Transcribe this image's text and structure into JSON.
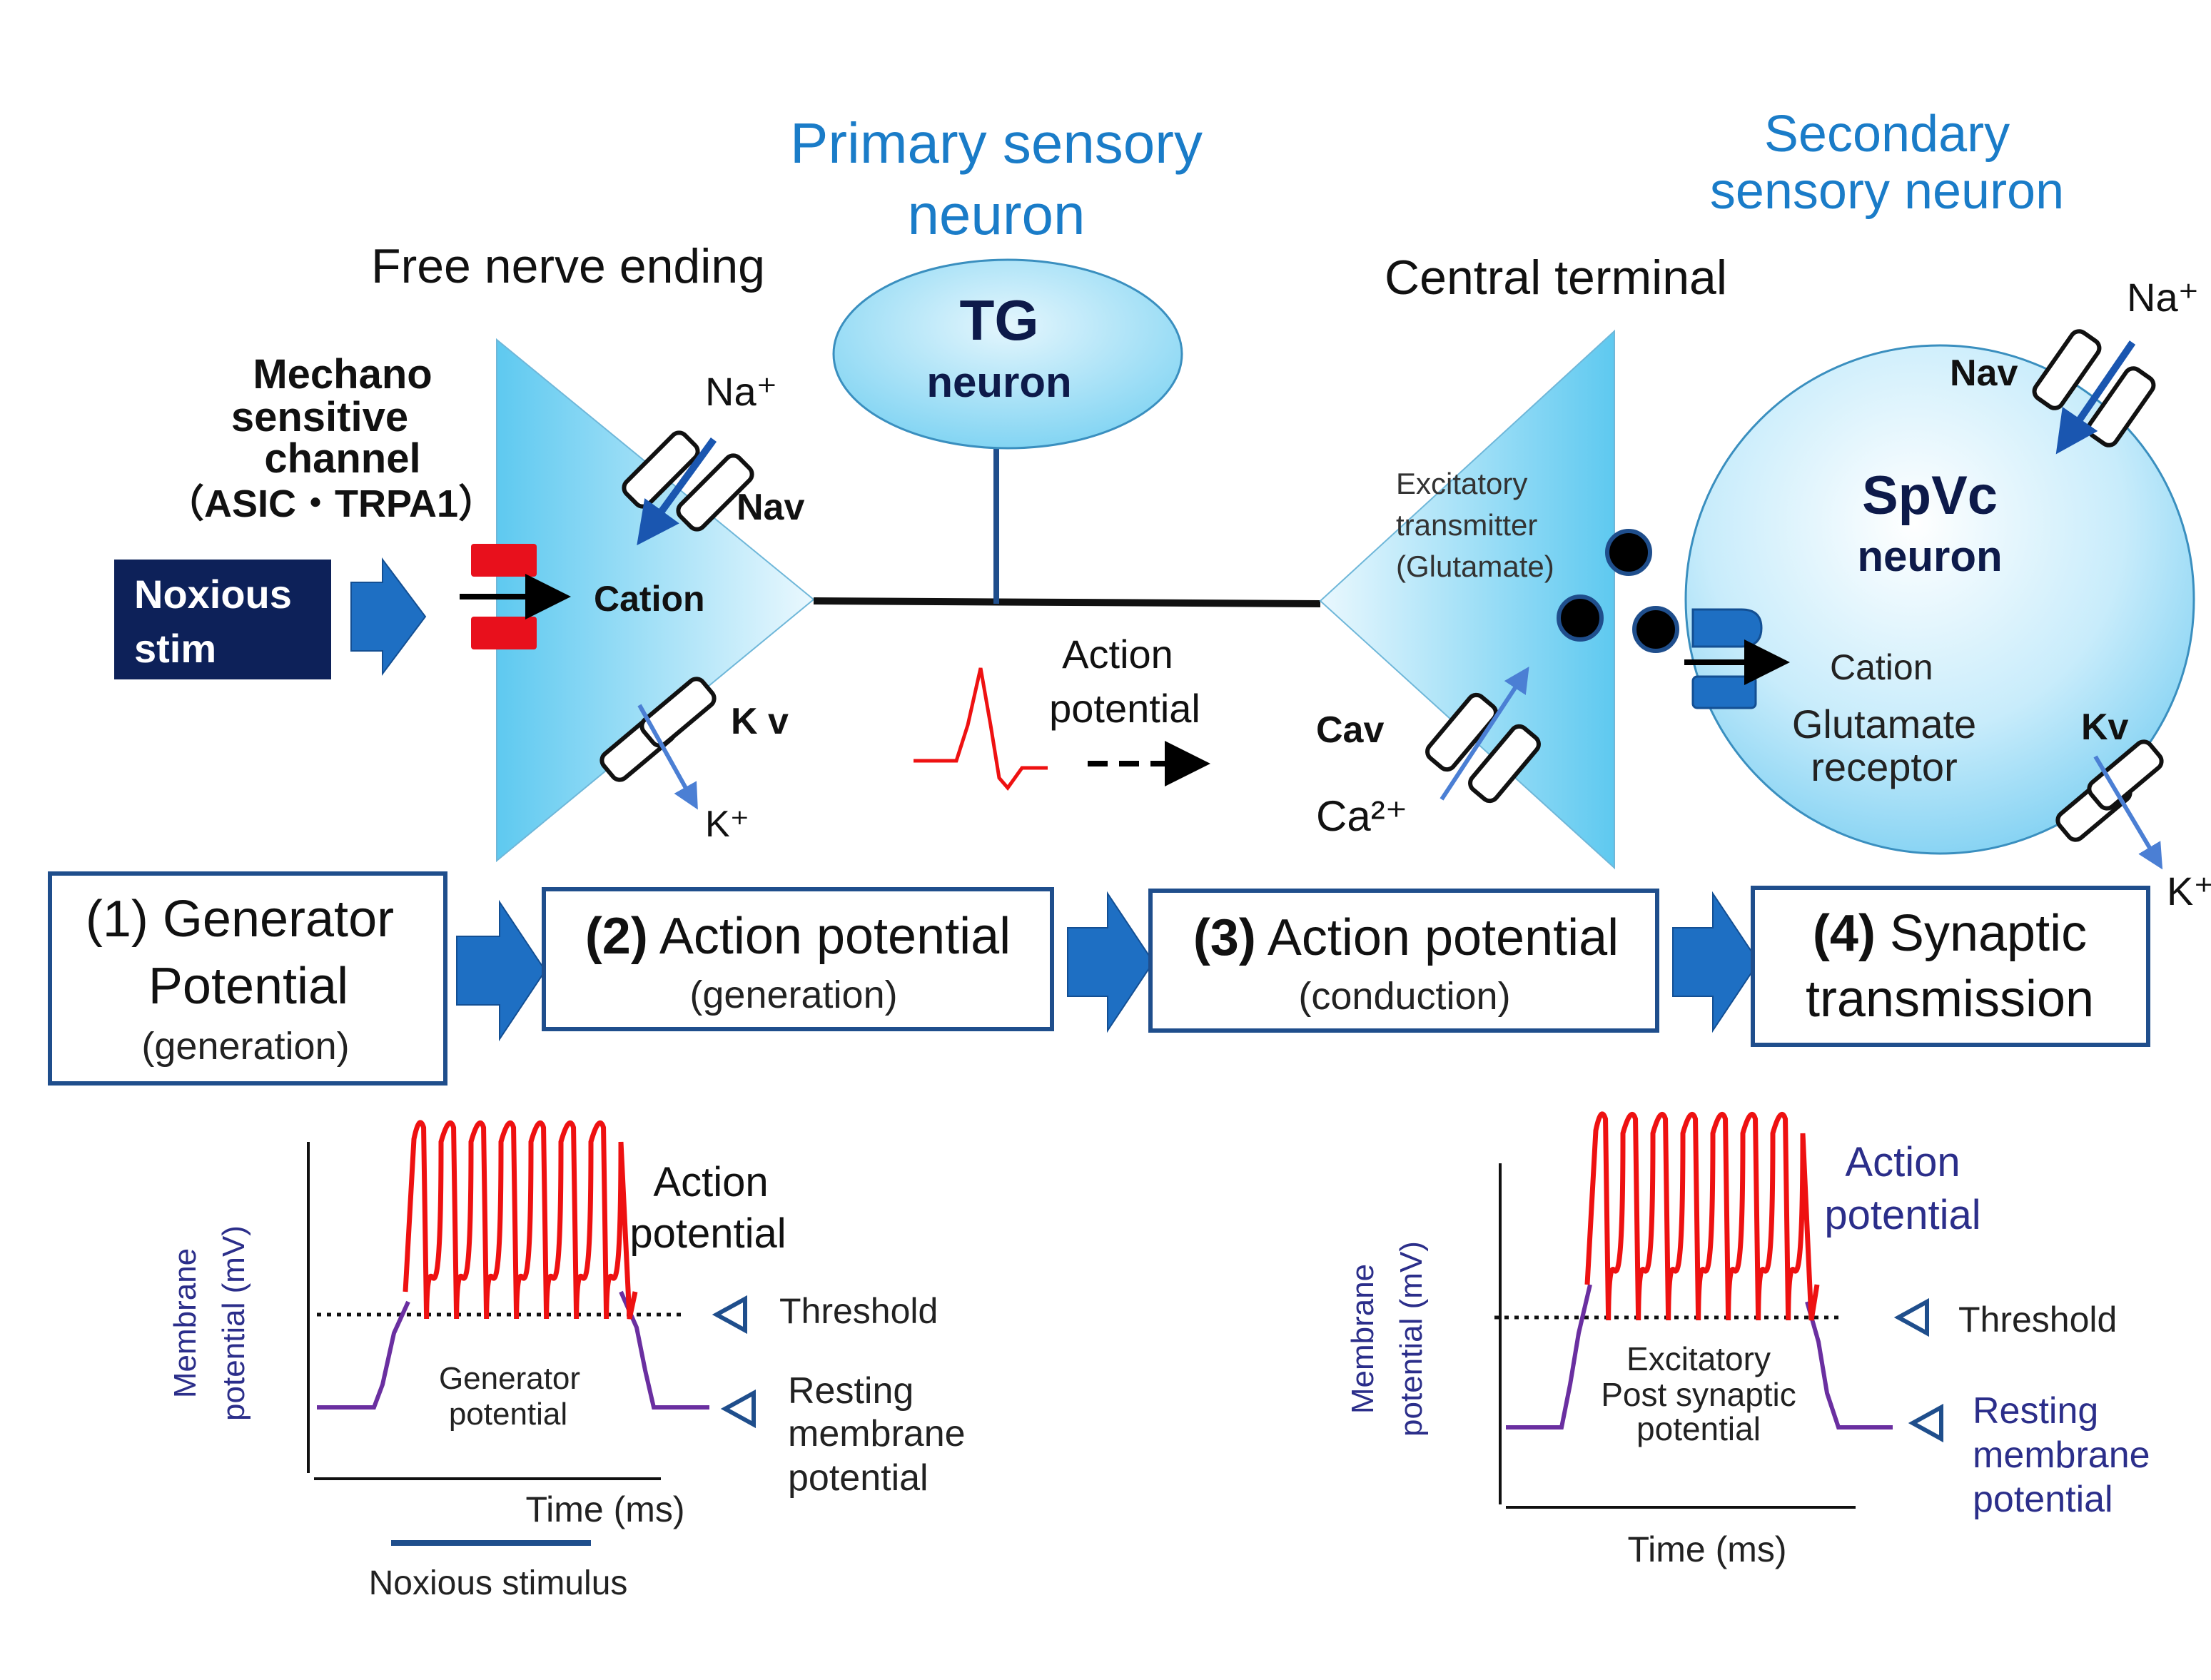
{
  "headers": {
    "primary_line1": "Primary sensory",
    "primary_line2": "neuron",
    "secondary_line1": "Secondary",
    "secondary_line2": "sensory neuron",
    "free_nerve_ending": "Free nerve ending",
    "central_terminal": "Central terminal"
  },
  "tg": {
    "line1": "TG",
    "line2": "neuron"
  },
  "spvc": {
    "line1": "SpVc",
    "line2": "neuron"
  },
  "mechano": {
    "line1": "Mechano",
    "line2": "sensitive",
    "line3": "channel",
    "line4": "（ASIC・TRPA1）"
  },
  "noxious_box": {
    "line1": "Noxious",
    "line2": "stim"
  },
  "ions": {
    "na_left": "Na⁺",
    "nav_left": "Nav",
    "cation_left": "Cation",
    "kv_left": "K v",
    "k_left": "K⁺",
    "cav": "Cav",
    "ca": "Ca²⁺",
    "na_right": "Na⁺",
    "nav_right": "Nav",
    "kv_right": "Kv",
    "k_right": "K⁺",
    "cation_right": "Cation"
  },
  "transmitter": {
    "line1": "Excitatory",
    "line2": "transmitter",
    "line3": "(Glutamate)"
  },
  "glutamate_receptor": {
    "line1": "Glutamate",
    "line2": "receptor"
  },
  "axon_ap": {
    "line1": "Action",
    "line2": "potential"
  },
  "steps": [
    {
      "line1": "(1) Generator",
      "line2": "Potential",
      "sub": "(generation)"
    },
    {
      "num": "(2)",
      "title": " Action potential",
      "sub": "(generation)"
    },
    {
      "num": "(3)",
      "title": " Action potential",
      "sub": "(conduction)"
    },
    {
      "num": "(4)",
      "title": " Synaptic",
      "line2": "transmission"
    }
  ],
  "left_graph": {
    "ylabel_line1": "Membrane",
    "ylabel_line2": "potential (mV)",
    "xlabel": "Time (ms)",
    "ap_line1": "Action",
    "ap_line2": "potential",
    "threshold": "Threshold",
    "rest_line1": "Resting",
    "rest_line2": "membrane",
    "rest_line3": "potential",
    "inner_line1": "Generator",
    "inner_line2": "potential",
    "stimulus": "Noxious stimulus"
  },
  "right_graph": {
    "ylabel_line1": "Membrane",
    "ylabel_line2": "potential (mV)",
    "xlabel": "Time (ms)",
    "ap_line1": "Action",
    "ap_line2": "potential",
    "threshold": "Threshold",
    "rest_line1": "Resting",
    "rest_line2": "membrane",
    "rest_line3": "potential",
    "inner_line1": "Excitatory",
    "inner_line2": "Post synaptic",
    "inner_line3": "potential"
  },
  "colors": {
    "header_blue": "#1a7cc8",
    "dark_navy": "#0d2159",
    "box_border": "#1f4e8c",
    "arrow_blue": "#1e6fc3",
    "spike_red": "#ee1111",
    "purple": "#6a2fa0",
    "graph_label": "#2b2e8a",
    "channel_red": "#e8101c"
  }
}
